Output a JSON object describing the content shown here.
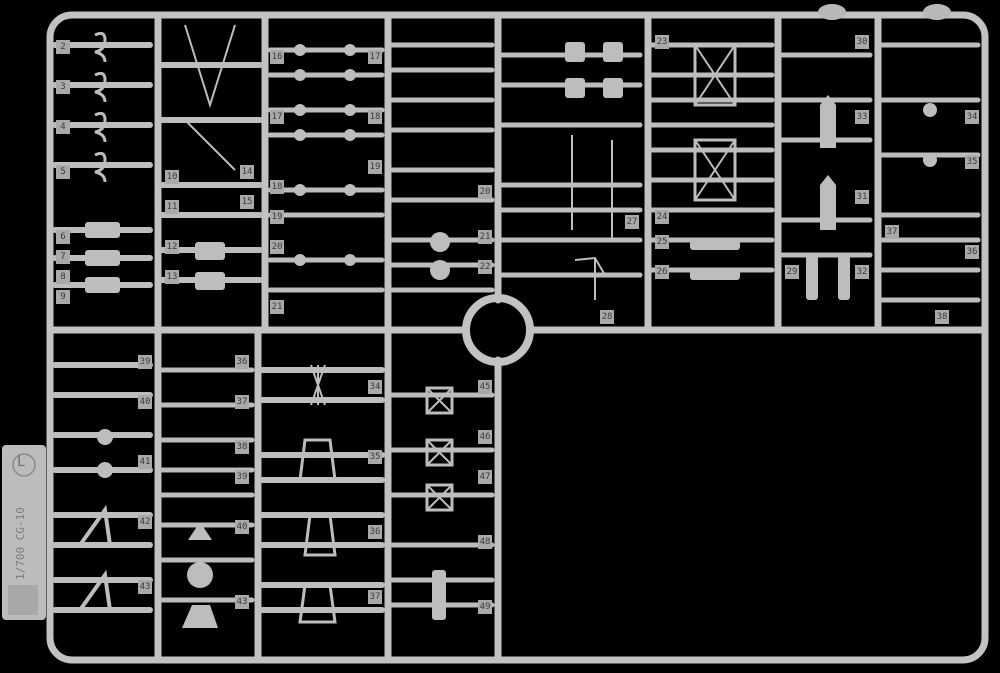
{
  "photo": {
    "subject": "model kit sprue frame",
    "background": "#000000",
    "plastic_color": "#bdbdbd",
    "plastic_dark": "#8f8f8f"
  },
  "frame": {
    "letter": "L",
    "kit_code": "1/700 CG-10"
  },
  "part_numbers": {
    "col1": [
      "2",
      "3",
      "4",
      "5",
      "6",
      "7",
      "8",
      "9"
    ],
    "col2": [
      "10",
      "11",
      "12",
      "13",
      "14",
      "15"
    ],
    "col3": [
      "16",
      "17",
      "18",
      "19",
      "20",
      "21"
    ],
    "col4": [
      "17",
      "18",
      "19",
      "20",
      "21",
      "22"
    ],
    "col6": [
      "23",
      "24",
      "25",
      "26",
      "27",
      "28"
    ],
    "col7": [
      "29",
      "30",
      "31",
      "32",
      "33"
    ],
    "col8": [
      "34",
      "35",
      "36",
      "37",
      "38"
    ],
    "bottom1": [
      "39",
      "40",
      "41",
      "42",
      "43"
    ],
    "bottom2": [
      "36",
      "37",
      "38",
      "39",
      "40",
      "43"
    ],
    "bottom3": [
      "34",
      "35",
      "36",
      "37"
    ],
    "bottom4": [
      "45",
      "46",
      "47",
      "48",
      "49"
    ]
  }
}
